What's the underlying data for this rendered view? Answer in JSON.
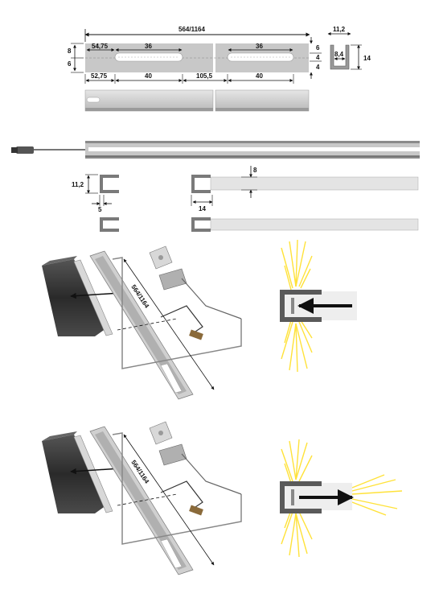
{
  "colors": {
    "profile": "#c8c8c8",
    "profile_dark": "#6e6e6e",
    "profile_edge": "#4a4a4a",
    "light_rays": "#ffe23a",
    "dimension_line": "#111111",
    "dark_block": "#3a3a3a"
  },
  "top_drawing": {
    "overall_length": "564/1164",
    "left_offset_top": "54,75",
    "slot_length_left": "36",
    "slot_length_right": "36",
    "left_offset_bottom": "52,75",
    "pitch_left": "40",
    "center_gap": "105,5",
    "pitch_right": "40",
    "height_total_left": "8",
    "height_lower_left": "6",
    "right_dim_top": "6",
    "right_dim_mid": "4",
    "right_dim_bot": "4"
  },
  "cross_section": {
    "width": "11,2",
    "inner_width": "8,4",
    "height": "14"
  },
  "mid_drawing": {
    "profile_height": "11,2",
    "small_gap": "5",
    "top_depth": "8",
    "strip_offset": "14"
  },
  "install_diagram": {
    "length_label_upper": "564/1164",
    "length_label_lower": "564/1164"
  },
  "icons": {
    "power_plug": "power-plug-icon",
    "saw": "hacksaw-icon",
    "arrow": "arrow-icon",
    "led_driver": "led-driver-icon"
  }
}
